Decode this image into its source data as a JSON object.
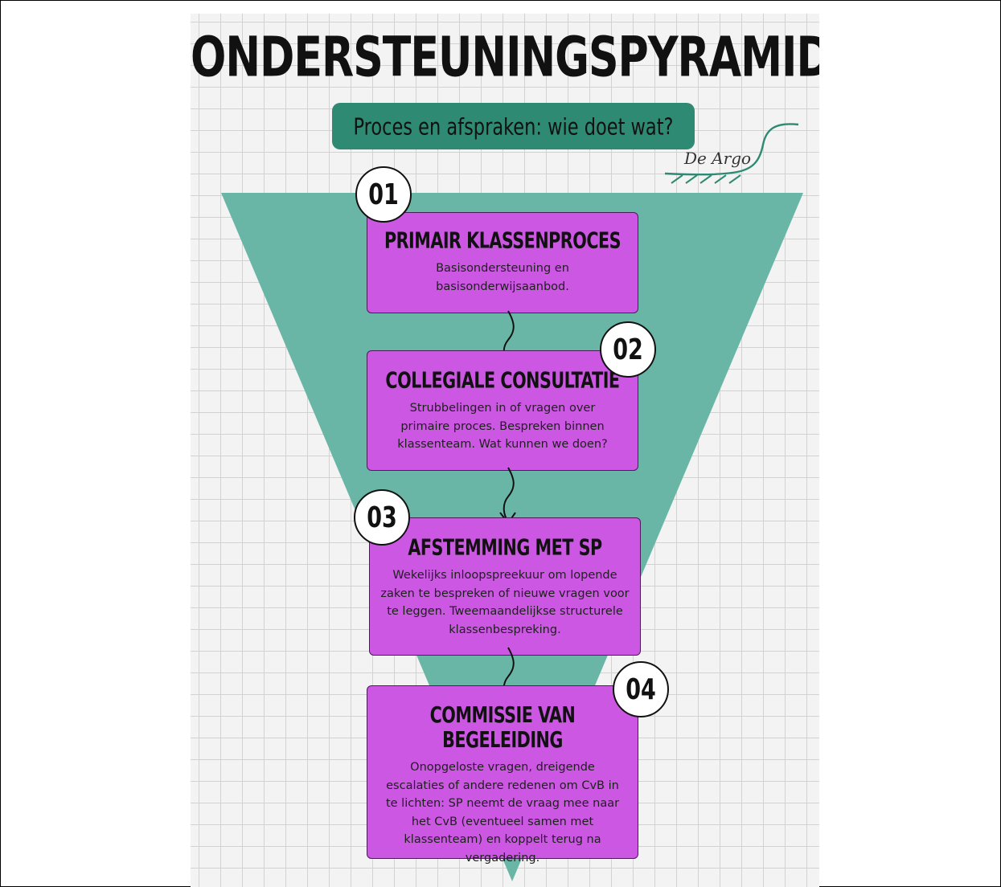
{
  "title": "ONDERSTEUNINGSPYRAMIDE",
  "subtitle": "Proces en afspraken: wie doet wat?",
  "logo_text": "De Argo",
  "colors": {
    "pyramid": "#6ab6a6",
    "subtitle_box": "#2e8a73",
    "step_box": "#cc57e3",
    "step_border": "#4d1a5c"
  },
  "steps": [
    {
      "number": "01",
      "title": "PRIMAIR KLASSENPROCES",
      "text": "Basisondersteuning en basisonderwijsaanbod."
    },
    {
      "number": "02",
      "title": "COLLEGIALE CONSULTATIE",
      "text": "Strubbelingen in of vragen over primaire proces. Bespreken binnen klassenteam. Wat kunnen we doen?"
    },
    {
      "number": "03",
      "title": "AFSTEMMING MET SP",
      "text": "Wekelijks inloopspreekuur om lopende zaken te bespreken of nieuwe vragen voor te leggen. Tweemaandelijkse structurele klassenbespreking."
    },
    {
      "number": "04",
      "title": "COMMISSIE VAN BEGELEIDING",
      "text": "Onopgeloste vragen, dreigende escalaties of andere redenen om CvB in te lichten: SP neemt de vraag mee naar het CvB (eventueel samen met klassenteam) en koppelt terug na vergadering."
    }
  ]
}
